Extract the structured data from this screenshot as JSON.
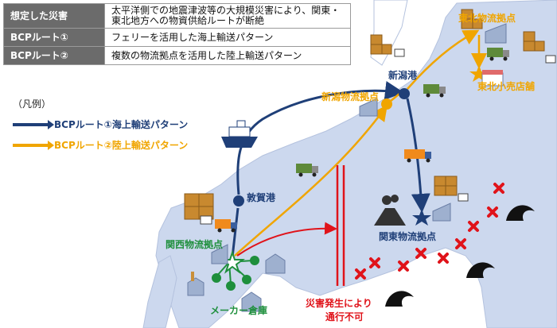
{
  "info_rows": [
    {
      "label": "想定した災害",
      "value": "太平洋側での地震津波等の大規模災害により、関東・東北地方への物資供給ルートが断絶"
    },
    {
      "label": "BCPルート①",
      "value": "フェリーを活用した海上輸送パターン"
    },
    {
      "label": "BCPルート②",
      "value": "複数の物流拠点を活用した陸上輸送パターン"
    }
  ],
  "legend": {
    "title": "（凡例）",
    "items": [
      {
        "label": "BCPルート①海上輸送パターン",
        "color": "#1f3f78"
      },
      {
        "label": "BCPルート②陸上輸送パターン",
        "color": "#f0a500"
      }
    ]
  },
  "places": {
    "tohoku_hub": "東北物流拠点",
    "tohoku_store": "東北小売店舗",
    "niigata_port": "新潟港",
    "niigata_hub": "新潟物流拠点",
    "tsuruga_port": "敦賀港",
    "kansai_hub": "関西物流拠点",
    "kanto_hub": "関東物流拠点",
    "maker_warehouse": "メーカー倉庫",
    "blocked_line1": "災害発生により",
    "blocked_line2": "通行不可"
  },
  "colors": {
    "sea_route": "#1f3f78",
    "land_route": "#f0a500",
    "supply": "#1e8f3c",
    "disaster": "#e0131a",
    "land": "#ccd8ee"
  }
}
